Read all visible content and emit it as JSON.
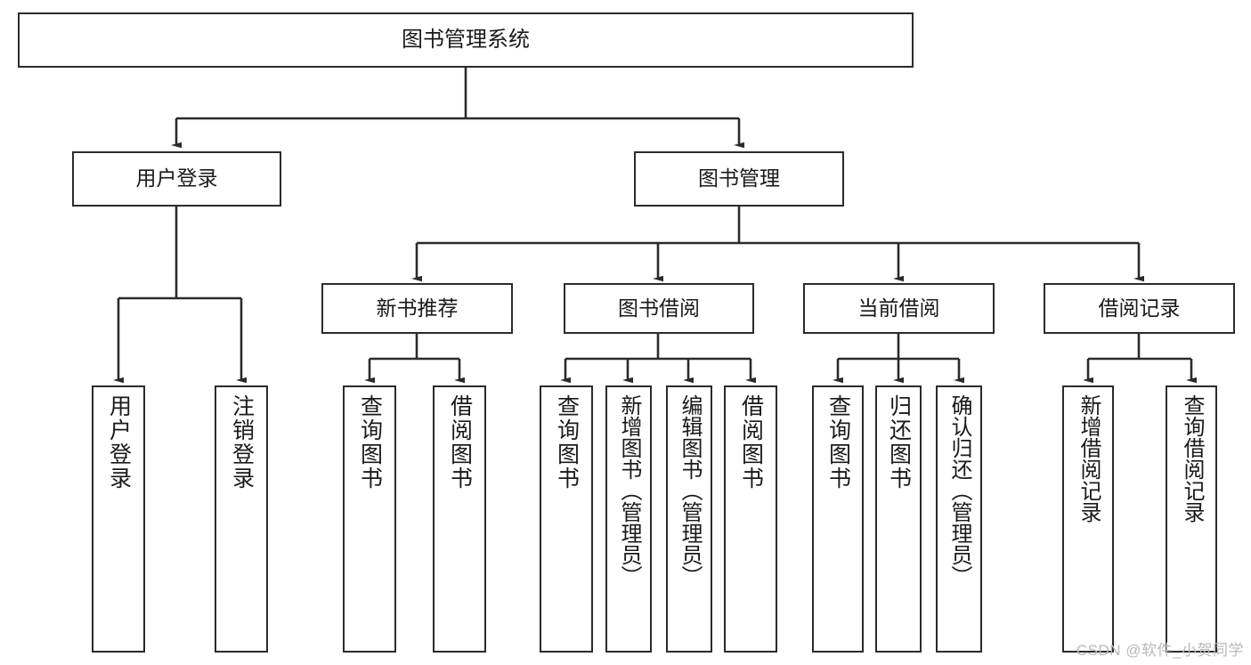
{
  "diagram": {
    "title": "图书管理系统",
    "type": "tree",
    "orientation": "top-down",
    "line_color": "#2b2b2b",
    "box_fill": "#ffffff",
    "box_border_color": "#2b2b2b",
    "text_color": "#1a1a1a"
  },
  "nodes": {
    "root": {
      "label": "图书管理系统"
    },
    "level2": [
      {
        "label": "用户登录"
      },
      {
        "label": "图书管理"
      }
    ],
    "level3": [
      {
        "label": "新书推荐"
      },
      {
        "label": "图书借阅"
      },
      {
        "label": "当前借阅"
      },
      {
        "label": "借阅记录"
      }
    ],
    "leaves": {
      "user_login": [
        {
          "label": "用户登录"
        },
        {
          "label": "注销登录"
        }
      ],
      "new_book_recommend": [
        {
          "label": "查询图书"
        },
        {
          "label": "借阅图书"
        }
      ],
      "book_borrow": [
        {
          "label": "查询图书"
        },
        {
          "label": "新增图书（管理员）"
        },
        {
          "label": "编辑图书（管理员）"
        },
        {
          "label": "借阅图书"
        }
      ],
      "current_borrow": [
        {
          "label": "查询图书"
        },
        {
          "label": "归还图书"
        },
        {
          "label": "确认归还（管理员）"
        }
      ],
      "borrow_record": [
        {
          "label": "新增借阅记录"
        },
        {
          "label": "查询借阅记录"
        }
      ]
    }
  },
  "watermark": {
    "text": "CSDN @软件_小贺同学"
  },
  "chart_data": {
    "type": "table",
    "title": "图书管理系统",
    "hierarchy": [
      {
        "label": "图书管理系统",
        "children": [
          {
            "label": "用户登录",
            "children": [
              {
                "label": "用户登录"
              },
              {
                "label": "注销登录"
              }
            ]
          },
          {
            "label": "图书管理",
            "children": [
              {
                "label": "新书推荐",
                "children": [
                  {
                    "label": "查询图书"
                  },
                  {
                    "label": "借阅图书"
                  }
                ]
              },
              {
                "label": "图书借阅",
                "children": [
                  {
                    "label": "查询图书"
                  },
                  {
                    "label": "新增图书（管理员）"
                  },
                  {
                    "label": "编辑图书（管理员）"
                  },
                  {
                    "label": "借阅图书"
                  }
                ]
              },
              {
                "label": "当前借阅",
                "children": [
                  {
                    "label": "查询图书"
                  },
                  {
                    "label": "归还图书"
                  },
                  {
                    "label": "确认归还（管理员）"
                  }
                ]
              },
              {
                "label": "借阅记录",
                "children": [
                  {
                    "label": "新增借阅记录"
                  },
                  {
                    "label": "查询借阅记录"
                  }
                ]
              }
            ]
          }
        ]
      }
    ]
  }
}
